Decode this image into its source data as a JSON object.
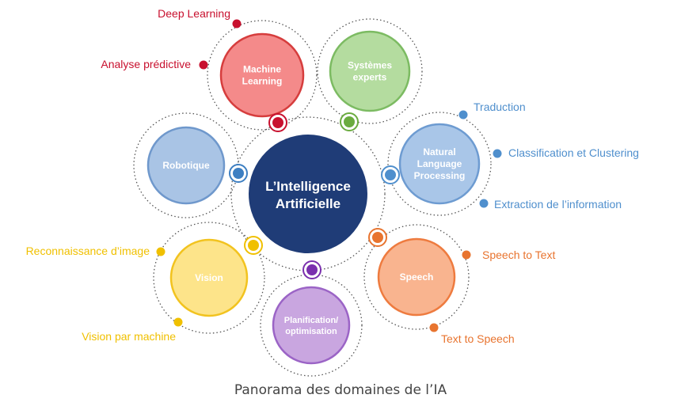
{
  "center": {
    "line1": "L’Intelligence",
    "line2": "Artificielle",
    "color": "#1f3c77"
  },
  "domains": [
    {
      "id": "ml",
      "lines": [
        "Machine",
        "Learning"
      ],
      "fill": "#f48a8a",
      "stroke": "#d63d3d",
      "accent": "#c8102e",
      "leaves": [
        {
          "label": "Deep Learning"
        },
        {
          "label": "Analyse prédictive"
        }
      ]
    },
    {
      "id": "se",
      "lines": [
        "Systèmes",
        "experts"
      ],
      "fill": "#b4dc9f",
      "stroke": "#7cbb62",
      "accent": "#6aab3f",
      "leaves": []
    },
    {
      "id": "nlp",
      "lines": [
        "Natural",
        "Language",
        "Processing"
      ],
      "fill": "#a9c6e8",
      "stroke": "#6d9bd1",
      "accent": "#4f8fcd",
      "leaves": [
        {
          "label": "Traduction"
        },
        {
          "label": "Classification et Clustering"
        },
        {
          "label": "Extraction de l’information"
        }
      ]
    },
    {
      "id": "speech",
      "lines": [
        "Speech"
      ],
      "fill": "#f9b48f",
      "stroke": "#ee7b3f",
      "accent": "#e8742f",
      "leaves": [
        {
          "label": "Speech to Text"
        },
        {
          "label": "Text to Speech"
        }
      ]
    },
    {
      "id": "plan",
      "lines": [
        "Planification/",
        "optimisation"
      ],
      "fill": "#c9a6e0",
      "stroke": "#9b64c6",
      "accent": "#7a2fae",
      "leaves": []
    },
    {
      "id": "vision",
      "lines": [
        "Vision"
      ],
      "fill": "#fde48a",
      "stroke": "#f2c31f",
      "accent": "#f0c000",
      "leaves": [
        {
          "label": "Reconnaissance d’image"
        },
        {
          "label": "Vision par machine"
        }
      ]
    },
    {
      "id": "robot",
      "lines": [
        "Robotique"
      ],
      "fill": "#a9c4e5",
      "stroke": "#6f98cc",
      "accent": "#3d7fc2",
      "leaves": []
    }
  ],
  "caption": "Panorama des domaines de l’IA"
}
